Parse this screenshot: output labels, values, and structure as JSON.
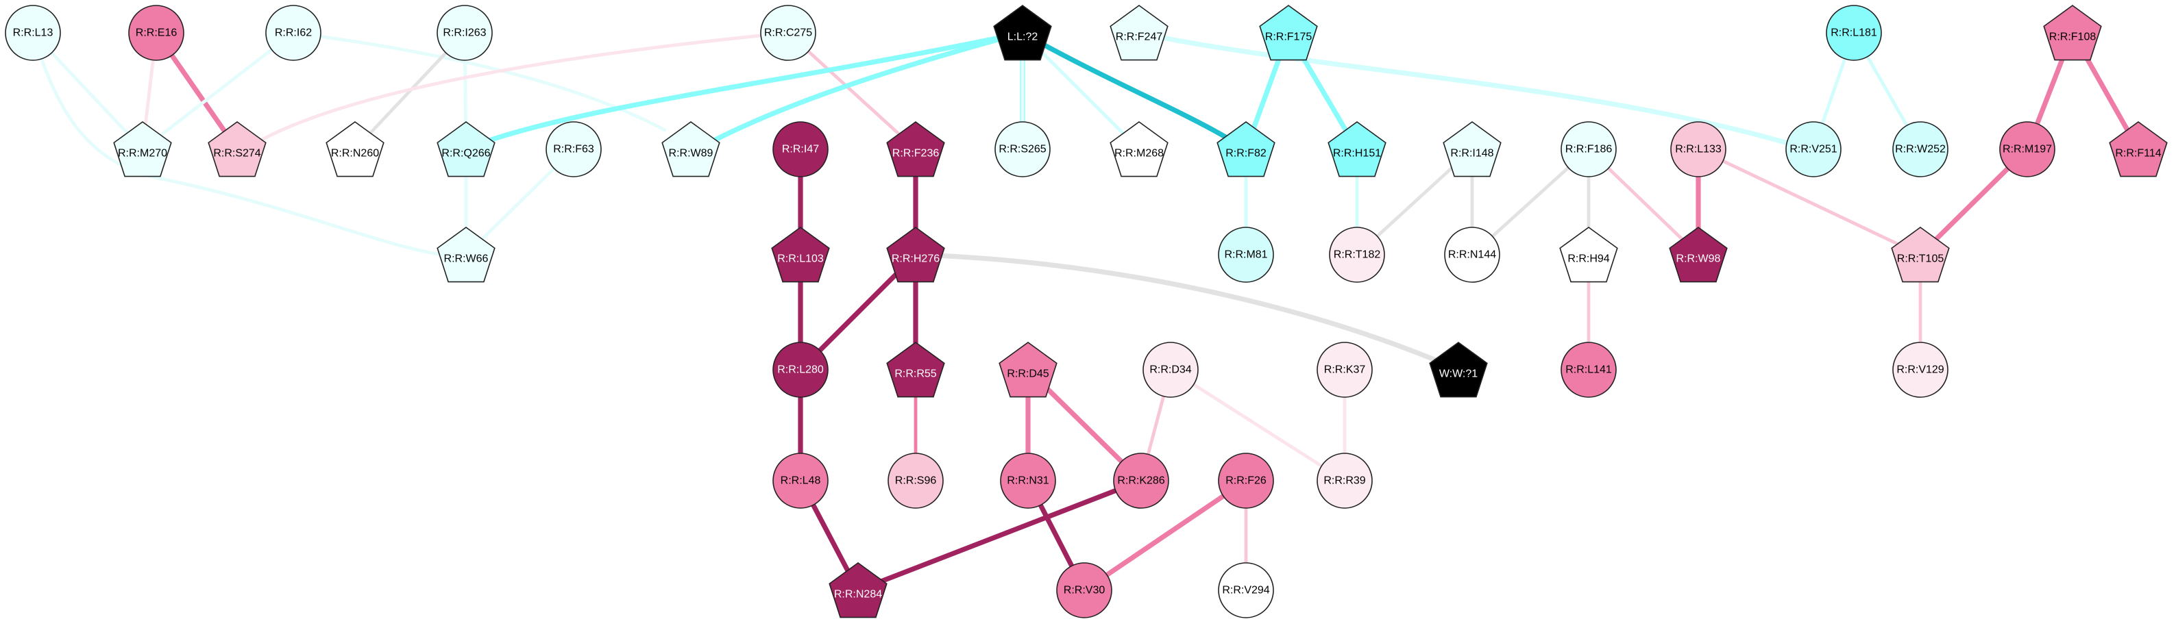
{
  "colors": {
    "black": "#000000",
    "mag_dark": "#a0225e",
    "mag_mid": "#ef7ba7",
    "pink_light": "#f9c6d8",
    "pink_pale": "#fcebf1",
    "white": "#ffffff",
    "cyan_pale": "#ebffff",
    "cyan_light": "#d2fdfd",
    "cyan": "#88fbfb",
    "cyan_dark": "#1ebfcf",
    "edge_gray": "#e2e2e2",
    "edge_cyan_pale": "#e4fcfc",
    "edge_pink_pale": "#fce4ec"
  },
  "nodes": [
    {
      "id": "L13",
      "label": "R:R:L13",
      "shape": "circle",
      "fill": "cyan_pale"
    },
    {
      "id": "E16",
      "label": "R:R:E16",
      "shape": "circle",
      "fill": "mag_mid"
    },
    {
      "id": "I62",
      "label": "R:R:I62",
      "shape": "circle",
      "fill": "cyan_pale"
    },
    {
      "id": "I263",
      "label": "R:R:I263",
      "shape": "circle",
      "fill": "cyan_pale"
    },
    {
      "id": "C275",
      "label": "R:R:C275",
      "shape": "circle",
      "fill": "cyan_pale"
    },
    {
      "id": "LL2",
      "label": "L:L:?2",
      "shape": "pentagon",
      "fill": "black",
      "text": "white"
    },
    {
      "id": "F247",
      "label": "R:R:F247",
      "shape": "pentagon",
      "fill": "cyan_pale"
    },
    {
      "id": "F175",
      "label": "R:R:F175",
      "shape": "pentagon",
      "fill": "cyan"
    },
    {
      "id": "L181",
      "label": "R:R:L181",
      "shape": "circle",
      "fill": "cyan"
    },
    {
      "id": "F108",
      "label": "R:R:F108",
      "shape": "pentagon",
      "fill": "mag_mid"
    },
    {
      "id": "M270",
      "label": "R:R:M270",
      "shape": "pentagon",
      "fill": "cyan_pale"
    },
    {
      "id": "S274",
      "label": "R:R:S274",
      "shape": "pentagon",
      "fill": "pink_light"
    },
    {
      "id": "N260",
      "label": "R:R:N260",
      "shape": "pentagon",
      "fill": "white"
    },
    {
      "id": "Q266",
      "label": "R:R:Q266",
      "shape": "pentagon",
      "fill": "cyan_light"
    },
    {
      "id": "F63",
      "label": "R:R:F63",
      "shape": "circle",
      "fill": "cyan_pale"
    },
    {
      "id": "W89",
      "label": "R:R:W89",
      "shape": "pentagon",
      "fill": "cyan_pale"
    },
    {
      "id": "I47",
      "label": "R:R:I47",
      "shape": "circle",
      "fill": "mag_dark",
      "text": "white"
    },
    {
      "id": "F236",
      "label": "R:R:F236",
      "shape": "pentagon",
      "fill": "mag_dark",
      "text": "white"
    },
    {
      "id": "S265",
      "label": "R:R:S265",
      "shape": "circle",
      "fill": "cyan_pale"
    },
    {
      "id": "M268",
      "label": "R:R:M268",
      "shape": "pentagon",
      "fill": "white"
    },
    {
      "id": "F82",
      "label": "R:R:F82",
      "shape": "pentagon",
      "fill": "cyan"
    },
    {
      "id": "H151",
      "label": "R:R:H151",
      "shape": "pentagon",
      "fill": "cyan"
    },
    {
      "id": "I148",
      "label": "R:R:I148",
      "shape": "pentagon",
      "fill": "cyan_pale"
    },
    {
      "id": "F186",
      "label": "R:R:F186",
      "shape": "circle",
      "fill": "cyan_pale"
    },
    {
      "id": "L133",
      "label": "R:R:L133",
      "shape": "circle",
      "fill": "pink_light"
    },
    {
      "id": "V251",
      "label": "R:R:V251",
      "shape": "circle",
      "fill": "cyan_light"
    },
    {
      "id": "W252",
      "label": "R:R:W252",
      "shape": "circle",
      "fill": "cyan_light"
    },
    {
      "id": "M197",
      "label": "R:R:M197",
      "shape": "circle",
      "fill": "mag_mid"
    },
    {
      "id": "F114",
      "label": "R:R:F114",
      "shape": "pentagon",
      "fill": "mag_mid"
    },
    {
      "id": "W66",
      "label": "R:R:W66",
      "shape": "pentagon",
      "fill": "cyan_pale"
    },
    {
      "id": "L103",
      "label": "R:R:L103",
      "shape": "pentagon",
      "fill": "mag_dark",
      "text": "white"
    },
    {
      "id": "H276",
      "label": "R:R:H276",
      "shape": "pentagon",
      "fill": "mag_dark",
      "text": "white"
    },
    {
      "id": "M81",
      "label": "R:R:M81",
      "shape": "circle",
      "fill": "cyan_light"
    },
    {
      "id": "T182",
      "label": "R:R:T182",
      "shape": "circle",
      "fill": "pink_pale"
    },
    {
      "id": "N144",
      "label": "R:R:N144",
      "shape": "circle",
      "fill": "white"
    },
    {
      "id": "H94",
      "label": "R:R:H94",
      "shape": "pentagon",
      "fill": "white"
    },
    {
      "id": "W98",
      "label": "R:R:W98",
      "shape": "pentagon",
      "fill": "mag_dark",
      "text": "white"
    },
    {
      "id": "T105",
      "label": "R:R:T105",
      "shape": "pentagon",
      "fill": "pink_light"
    },
    {
      "id": "L280",
      "label": "R:R:L280",
      "shape": "circle",
      "fill": "mag_dark",
      "text": "white"
    },
    {
      "id": "R55",
      "label": "R:R:R55",
      "shape": "pentagon",
      "fill": "mag_dark",
      "text": "white"
    },
    {
      "id": "D45",
      "label": "R:R:D45",
      "shape": "pentagon",
      "fill": "mag_mid"
    },
    {
      "id": "D34",
      "label": "R:R:D34",
      "shape": "circle",
      "fill": "pink_pale"
    },
    {
      "id": "K37",
      "label": "R:R:K37",
      "shape": "circle",
      "fill": "pink_pale"
    },
    {
      "id": "WW1",
      "label": "W:W:?1",
      "shape": "pentagon",
      "fill": "black",
      "text": "white"
    },
    {
      "id": "L141",
      "label": "R:R:L141",
      "shape": "circle",
      "fill": "mag_mid"
    },
    {
      "id": "V129",
      "label": "R:R:V129",
      "shape": "circle",
      "fill": "pink_pale"
    },
    {
      "id": "L48",
      "label": "R:R:L48",
      "shape": "circle",
      "fill": "mag_mid"
    },
    {
      "id": "S96",
      "label": "R:R:S96",
      "shape": "circle",
      "fill": "pink_light"
    },
    {
      "id": "N31",
      "label": "R:R:N31",
      "shape": "circle",
      "fill": "mag_mid"
    },
    {
      "id": "K286",
      "label": "R:R:K286",
      "shape": "circle",
      "fill": "mag_mid"
    },
    {
      "id": "F26",
      "label": "R:R:F26",
      "shape": "circle",
      "fill": "mag_mid"
    },
    {
      "id": "R39",
      "label": "R:R:R39",
      "shape": "circle",
      "fill": "pink_pale"
    },
    {
      "id": "N284",
      "label": "R:R:N284",
      "shape": "pentagon",
      "fill": "mag_dark",
      "text": "white"
    },
    {
      "id": "V30",
      "label": "R:R:V30",
      "shape": "circle",
      "fill": "mag_mid"
    },
    {
      "id": "V294",
      "label": "R:R:V294",
      "shape": "circle",
      "fill": "white"
    }
  ],
  "edges": [
    {
      "from": "L13",
      "to": "M270",
      "color": "edge_cyan_pale",
      "weight": 2
    },
    {
      "from": "L13",
      "to": "W66",
      "color": "edge_cyan_pale",
      "weight": 2
    },
    {
      "from": "E16",
      "to": "M270",
      "color": "edge_pink_pale",
      "weight": 2
    },
    {
      "from": "E16",
      "to": "S274",
      "color": "mag_mid",
      "weight": 3
    },
    {
      "from": "I62",
      "to": "M270",
      "color": "edge_cyan_pale",
      "weight": 2
    },
    {
      "from": "I62",
      "to": "W89",
      "color": "edge_cyan_pale",
      "weight": 2
    },
    {
      "from": "I263",
      "to": "N260",
      "color": "edge_gray",
      "weight": 2
    },
    {
      "from": "I263",
      "to": "Q266",
      "color": "edge_cyan_pale",
      "weight": 2
    },
    {
      "from": "C275",
      "to": "S274",
      "color": "edge_pink_pale",
      "weight": 2
    },
    {
      "from": "C275",
      "to": "F236",
      "color": "pink_light",
      "weight": 2
    },
    {
      "from": "LL2",
      "to": "Q266",
      "color": "cyan",
      "weight": 3
    },
    {
      "from": "LL2",
      "to": "W89",
      "color": "cyan",
      "weight": 3
    },
    {
      "from": "LL2",
      "to": "S265",
      "color": "cyan",
      "weight": 3
    },
    {
      "from": "LL2",
      "to": "M268",
      "color": "cyan_light",
      "weight": 2
    },
    {
      "from": "LL2",
      "to": "F82",
      "color": "cyan_dark",
      "weight": 3
    },
    {
      "from": "LL2",
      "to": "S265",
      "color": "edge_cyan_pale",
      "weight": 2
    },
    {
      "from": "F247",
      "to": "V251",
      "color": "cyan_light",
      "weight": 3
    },
    {
      "from": "F175",
      "to": "F82",
      "color": "cyan",
      "weight": 3
    },
    {
      "from": "F175",
      "to": "H151",
      "color": "cyan",
      "weight": 3
    },
    {
      "from": "L181",
      "to": "V251",
      "color": "cyan_light",
      "weight": 2
    },
    {
      "from": "L181",
      "to": "W252",
      "color": "cyan_light",
      "weight": 2
    },
    {
      "from": "F108",
      "to": "M197",
      "color": "mag_mid",
      "weight": 3
    },
    {
      "from": "F108",
      "to": "F114",
      "color": "mag_mid",
      "weight": 3
    },
    {
      "from": "Q266",
      "to": "W66",
      "color": "edge_cyan_pale",
      "weight": 2
    },
    {
      "from": "F63",
      "to": "W66",
      "color": "edge_cyan_pale",
      "weight": 2
    },
    {
      "from": "I47",
      "to": "L103",
      "color": "mag_dark",
      "weight": 3
    },
    {
      "from": "F236",
      "to": "H276",
      "color": "mag_dark",
      "weight": 3
    },
    {
      "from": "F82",
      "to": "M81",
      "color": "cyan_light",
      "weight": 2
    },
    {
      "from": "H151",
      "to": "T182",
      "color": "cyan_light",
      "weight": 2
    },
    {
      "from": "I148",
      "to": "T182",
      "color": "edge_gray",
      "weight": 2
    },
    {
      "from": "I148",
      "to": "N144",
      "color": "edge_gray",
      "weight": 2
    },
    {
      "from": "F186",
      "to": "N144",
      "color": "edge_gray",
      "weight": 2
    },
    {
      "from": "F186",
      "to": "H94",
      "color": "edge_gray",
      "weight": 2
    },
    {
      "from": "F186",
      "to": "W98",
      "color": "pink_light",
      "weight": 2
    },
    {
      "from": "L133",
      "to": "W98",
      "color": "mag_mid",
      "weight": 3
    },
    {
      "from": "L133",
      "to": "T105",
      "color": "pink_light",
      "weight": 2
    },
    {
      "from": "M197",
      "to": "T105",
      "color": "mag_mid",
      "weight": 3
    },
    {
      "from": "L103",
      "to": "L280",
      "color": "mag_dark",
      "weight": 3
    },
    {
      "from": "H276",
      "to": "L280",
      "color": "mag_dark",
      "weight": 3
    },
    {
      "from": "H276",
      "to": "R55",
      "color": "mag_dark",
      "weight": 3
    },
    {
      "from": "H276",
      "to": "WW1",
      "color": "edge_gray",
      "weight": 3
    },
    {
      "from": "H94",
      "to": "L141",
      "color": "pink_light",
      "weight": 2
    },
    {
      "from": "T105",
      "to": "V129",
      "color": "pink_light",
      "weight": 2
    },
    {
      "from": "L280",
      "to": "L48",
      "color": "mag_dark",
      "weight": 3
    },
    {
      "from": "R55",
      "to": "S96",
      "color": "mag_mid",
      "weight": 2
    },
    {
      "from": "D45",
      "to": "N31",
      "color": "mag_mid",
      "weight": 3
    },
    {
      "from": "D45",
      "to": "K286",
      "color": "mag_mid",
      "weight": 3
    },
    {
      "from": "D34",
      "to": "K286",
      "color": "pink_light",
      "weight": 2
    },
    {
      "from": "D34",
      "to": "R39",
      "color": "edge_pink_pale",
      "weight": 2
    },
    {
      "from": "K37",
      "to": "R39",
      "color": "edge_pink_pale",
      "weight": 2
    },
    {
      "from": "L48",
      "to": "N284",
      "color": "mag_dark",
      "weight": 3
    },
    {
      "from": "K286",
      "to": "N284",
      "color": "mag_dark",
      "weight": 3
    },
    {
      "from": "N31",
      "to": "V30",
      "color": "mag_dark",
      "weight": 3
    },
    {
      "from": "F26",
      "to": "V30",
      "color": "mag_mid",
      "weight": 3
    },
    {
      "from": "F26",
      "to": "V294",
      "color": "pink_light",
      "weight": 2
    }
  ]
}
